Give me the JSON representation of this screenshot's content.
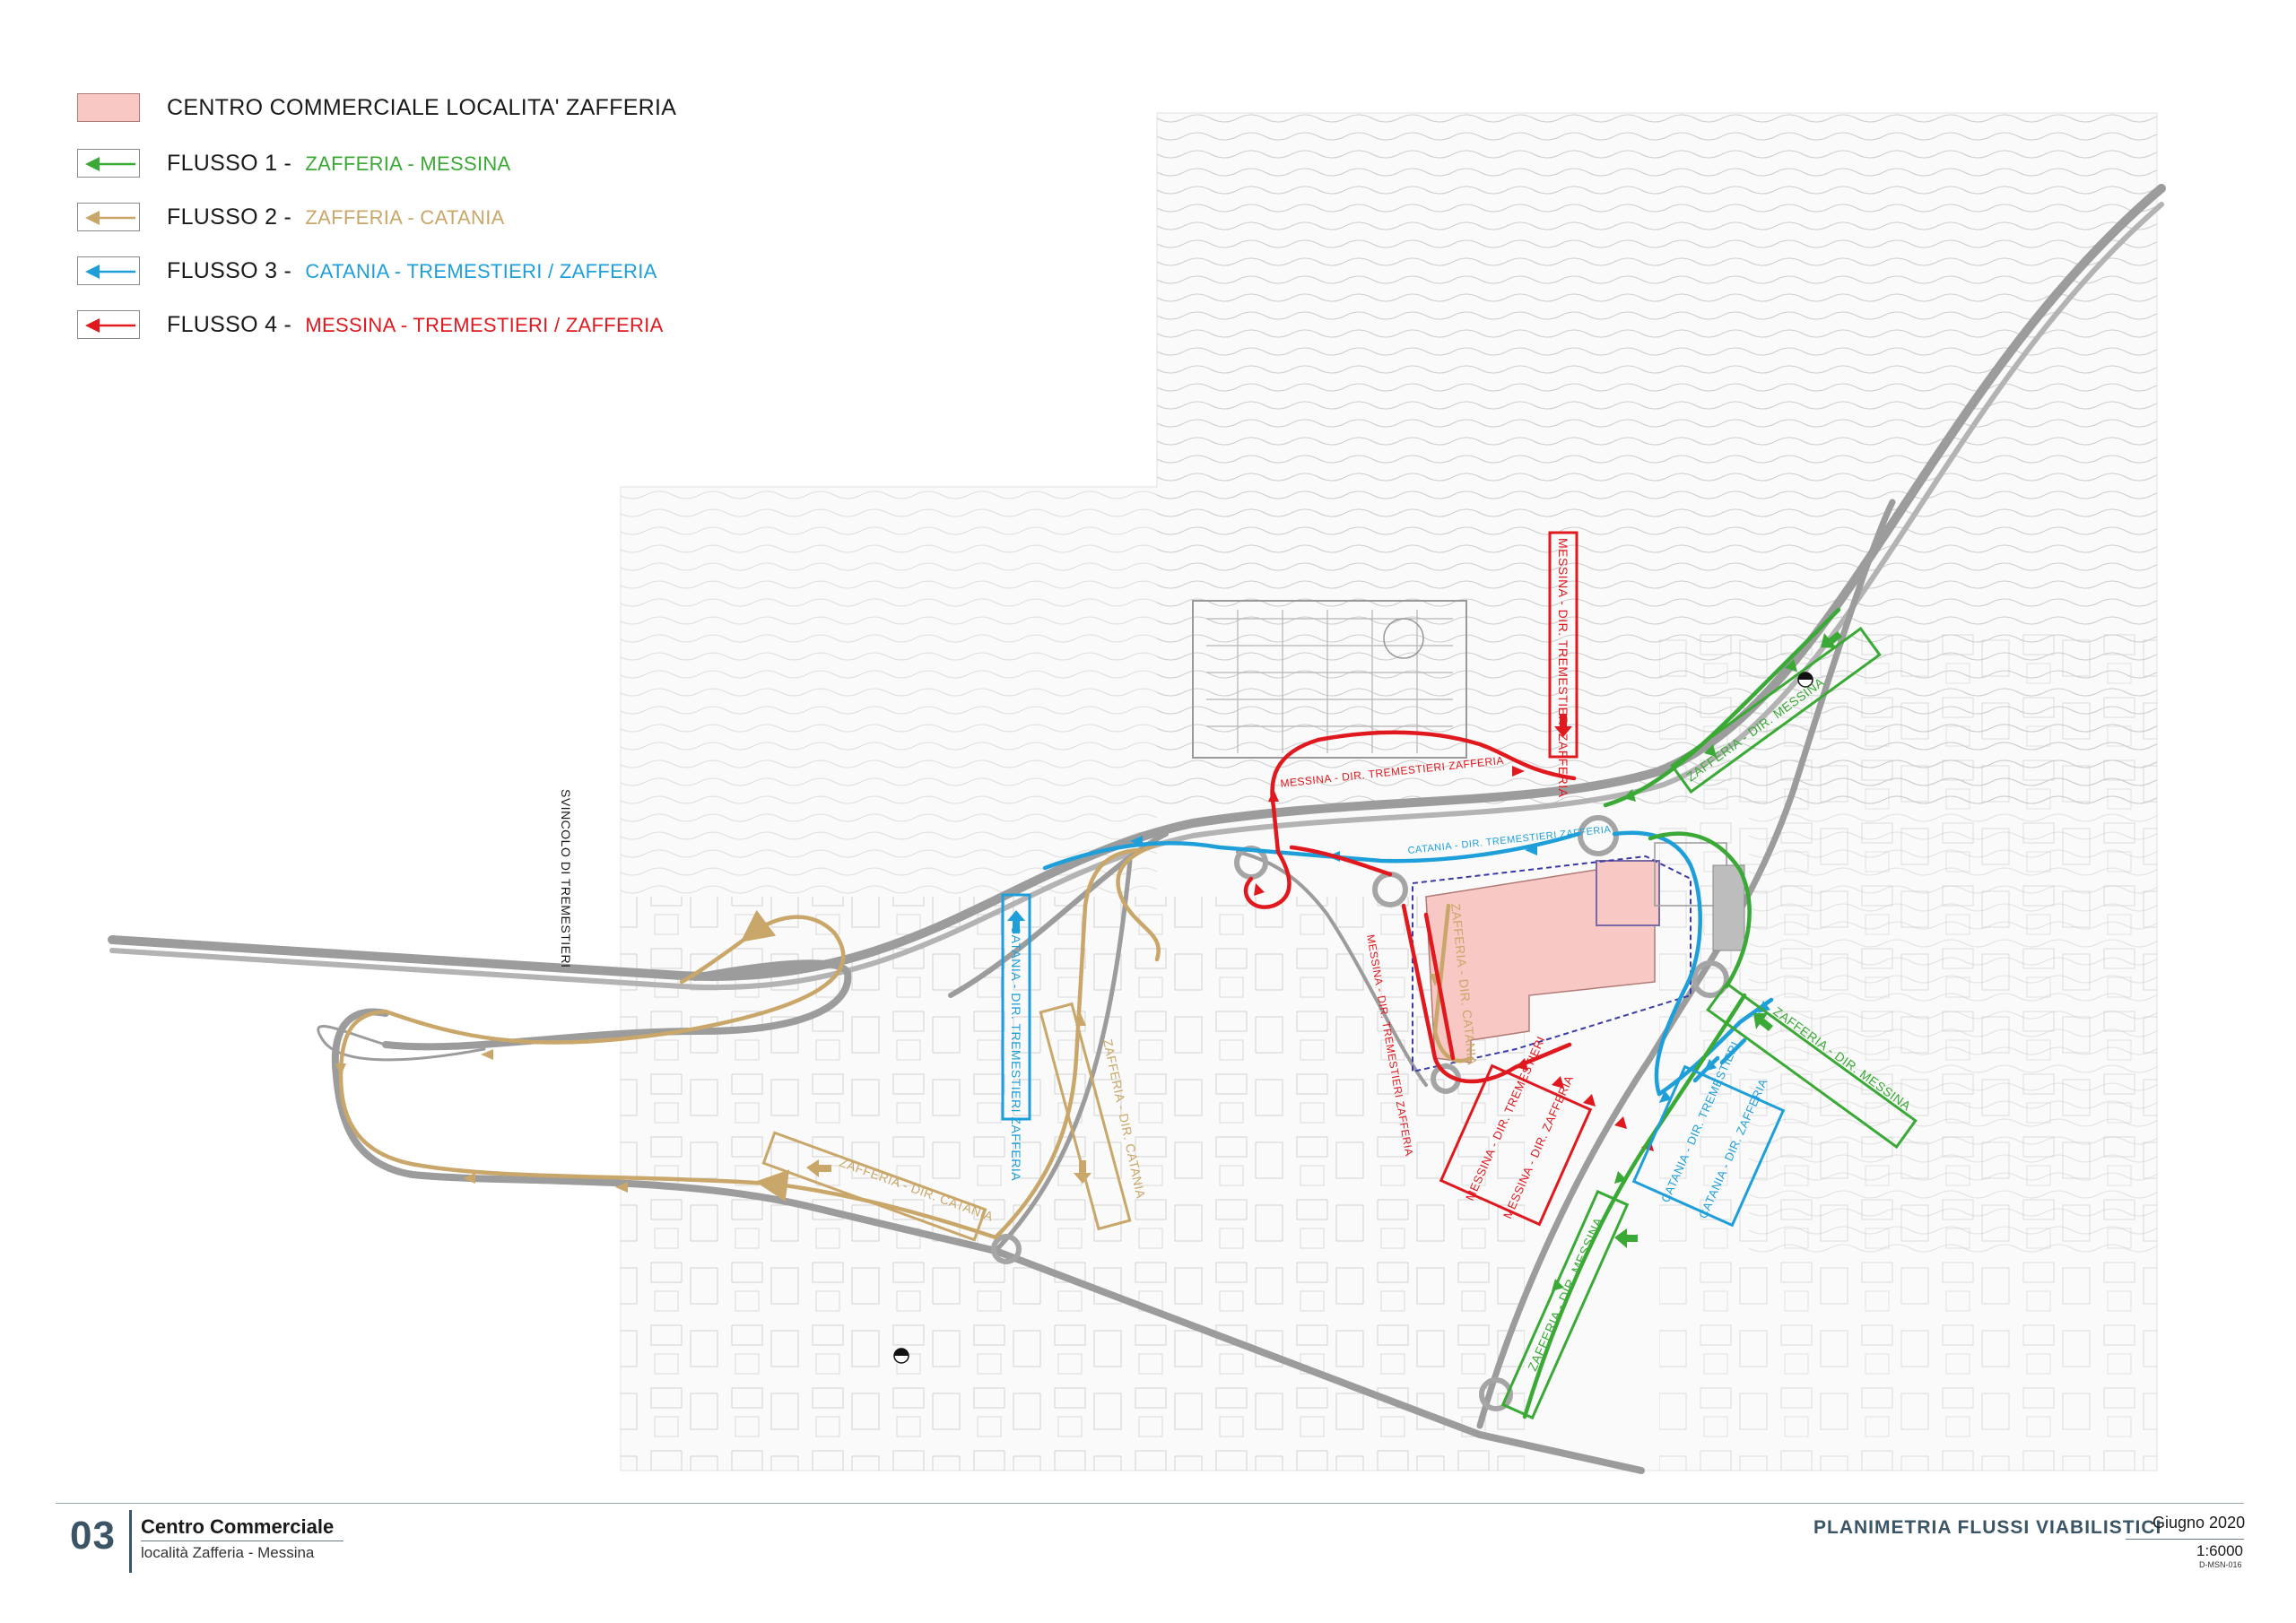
{
  "legend": {
    "shopping_centre": "CENTRO COMMERCIALE LOCALITA' ZAFFERIA",
    "flows": [
      {
        "label": "FLUSSO 1",
        "sep": "-",
        "route": "ZAFFERIA - MESSINA",
        "color": "#3aa935"
      },
      {
        "label": "FLUSSO 2",
        "sep": "-",
        "route": "ZAFFERIA - CATANIA",
        "color": "#c9a76a"
      },
      {
        "label": "FLUSSO 3",
        "sep": "-",
        "route": "CATANIA - TREMESTIERI / ZAFFERIA",
        "color": "#1f9fd9"
      },
      {
        "label": "FLUSSO 4",
        "sep": "-",
        "route": "MESSINA - TREMESTIERI / ZAFFERIA",
        "color": "#e0191f"
      }
    ],
    "centre_fill": "#f7c8c4"
  },
  "map": {
    "svincolo": "SVINCOLO DI TREMESTIERI",
    "labels": {
      "green_upper": "ZAFFERIA - DIR. MESSINA",
      "green_right": "ZAFFERIA - DIR. MESSINA",
      "green_lower": "ZAFFERIA - DIR. MESSINA",
      "tan_left": "ZAFFERIA - DIR. CATANIA",
      "tan_vertical": "ZAFFERIA - DIR. CATANIA",
      "tan_centre": "ZAFFERIA - DIR. CATANIA",
      "blue_left": "CATANIA - DIR. TREMESTIERI ZAFFERIA",
      "blue_road": "CATANIA - DIR. TREMESTIERI ZAFFERIA",
      "blue_right_a": "CATANIA - DIR. TREMESTIERI",
      "blue_right_b": "CATANIA - DIR. ZAFFERIA",
      "red_top": "MESSINA - DIR. TREMESTIERI ZAFFERIA",
      "red_road": "MESSINA - DIR. TREMESTIERI ZAFFERIA",
      "red_centre": "MESSINA - DIR. TREMESTIERI ZAFFERIA",
      "red_box_a": "MESSINA - DIR. TREMESTIERI",
      "red_box_b": "MESSINA - DIR. ZAFFERIA"
    }
  },
  "footer": {
    "sheet_number": "03",
    "project_title": "Centro Commerciale",
    "project_subtitle": "località Zafferia - Messina",
    "sheet_title": "PLANIMETRIA FLUSSI VIABILISTICI",
    "date": "Giugno 2020",
    "scale": "1:6000",
    "code": "D-MSN-016"
  }
}
